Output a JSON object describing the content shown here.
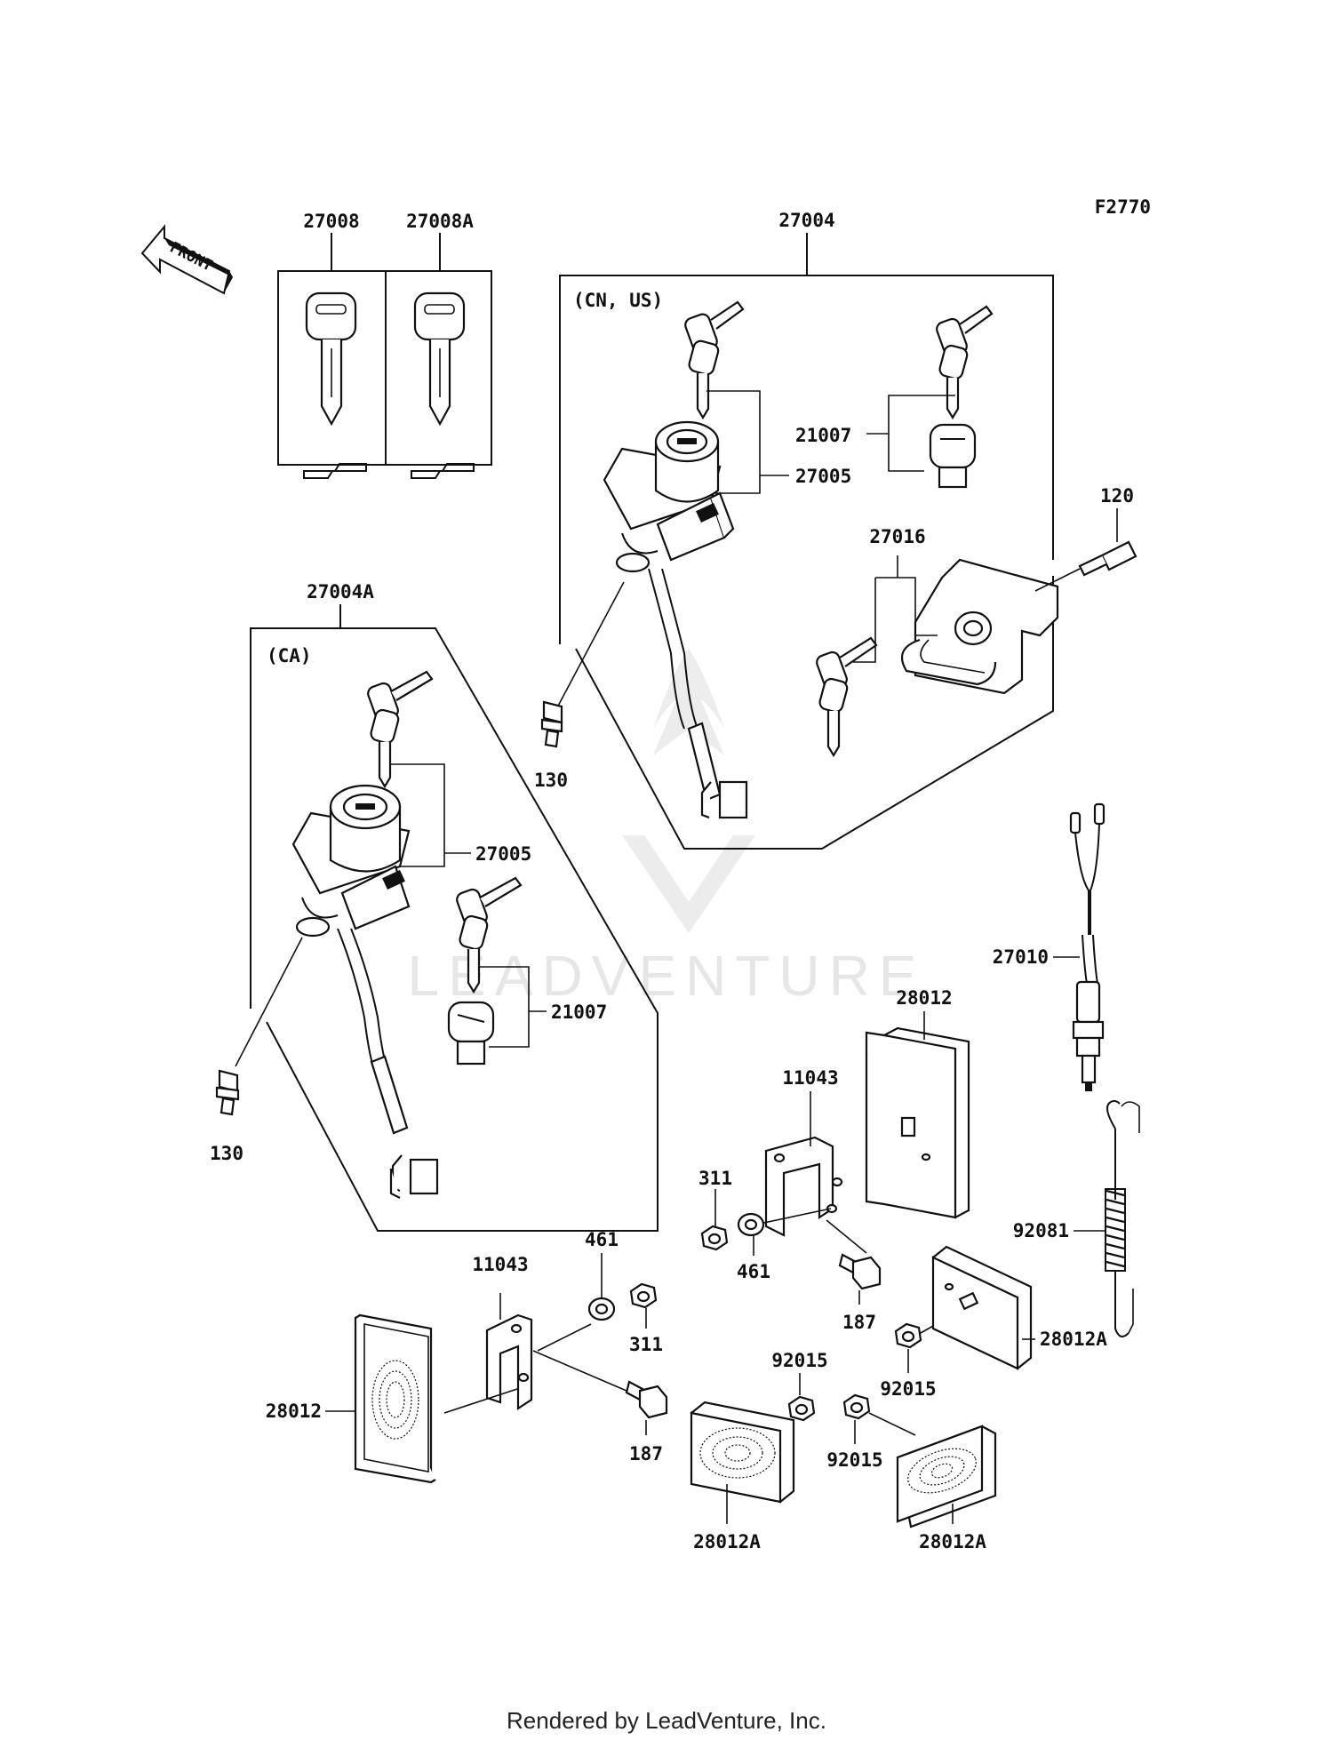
{
  "diagram": {
    "figure_code": "F2770",
    "front_label": "FRONT",
    "region_labels": {
      "cn_us": "(CN, US)",
      "ca": "(CA)"
    },
    "parts": [
      {
        "id": "p27008",
        "number": "27008"
      },
      {
        "id": "p27008a",
        "number": "27008A"
      },
      {
        "id": "p27004",
        "number": "27004"
      },
      {
        "id": "p21007a",
        "number": "21007"
      },
      {
        "id": "p27005a",
        "number": "27005"
      },
      {
        "id": "p27016",
        "number": "27016"
      },
      {
        "id": "p120",
        "number": "120"
      },
      {
        "id": "p27004a",
        "number": "27004A"
      },
      {
        "id": "p130a",
        "number": "130"
      },
      {
        "id": "p27005b",
        "number": "27005"
      },
      {
        "id": "p21007b",
        "number": "21007"
      },
      {
        "id": "p130b",
        "number": "130"
      },
      {
        "id": "p27010",
        "number": "27010"
      },
      {
        "id": "p28012a",
        "number": "28012"
      },
      {
        "id": "p11043a",
        "number": "11043"
      },
      {
        "id": "p311a",
        "number": "311"
      },
      {
        "id": "p461a",
        "number": "461"
      },
      {
        "id": "p187a",
        "number": "187"
      },
      {
        "id": "p92081",
        "number": "92081"
      },
      {
        "id": "p11043b",
        "number": "11043"
      },
      {
        "id": "p461b",
        "number": "461"
      },
      {
        "id": "p311b",
        "number": "311"
      },
      {
        "id": "p28012b",
        "number": "28012"
      },
      {
        "id": "p187b",
        "number": "187"
      },
      {
        "id": "p92015a",
        "number": "92015"
      },
      {
        "id": "p92015b",
        "number": "92015"
      },
      {
        "id": "p28012A1",
        "number": "28012A"
      },
      {
        "id": "p92015c",
        "number": "92015"
      },
      {
        "id": "p28012A2",
        "number": "28012A"
      },
      {
        "id": "p28012A3",
        "number": "28012A"
      }
    ],
    "watermark": "LEADVENTURE",
    "footer": "Rendered by LeadVenture, Inc."
  }
}
